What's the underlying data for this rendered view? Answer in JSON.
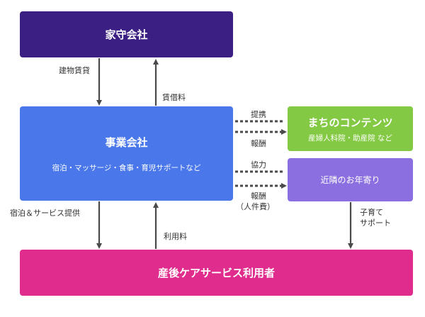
{
  "boxes": {
    "landlord": {
      "title": "家守会社",
      "color": "#3b1f82"
    },
    "business": {
      "title": "事業会社",
      "subtitle": "宿泊・マッサージ・食事・育児サポートなど",
      "color": "#4a78ea"
    },
    "contents": {
      "title": "まちのコンテンツ",
      "subtitle": "産婦人科院・助産院 など",
      "color": "#84c943"
    },
    "elders": {
      "title": "近隣のお年寄り",
      "color": "#8b6fe0"
    },
    "users": {
      "title": "産後ケアサービス利用者",
      "color": "#e02c8d"
    }
  },
  "labels": {
    "building_lease": "建物賃貸",
    "rent": "賃借料",
    "tieup": "提携",
    "reward1": "報酬",
    "cooperation": "協力",
    "reward2_line1": "報酬",
    "reward2_line2": "（人件費）",
    "lodging": "宿泊＆サービス提供",
    "usage_fee": "利用料",
    "childcare_line1": "子育て",
    "childcare_line2": "サポート"
  }
}
